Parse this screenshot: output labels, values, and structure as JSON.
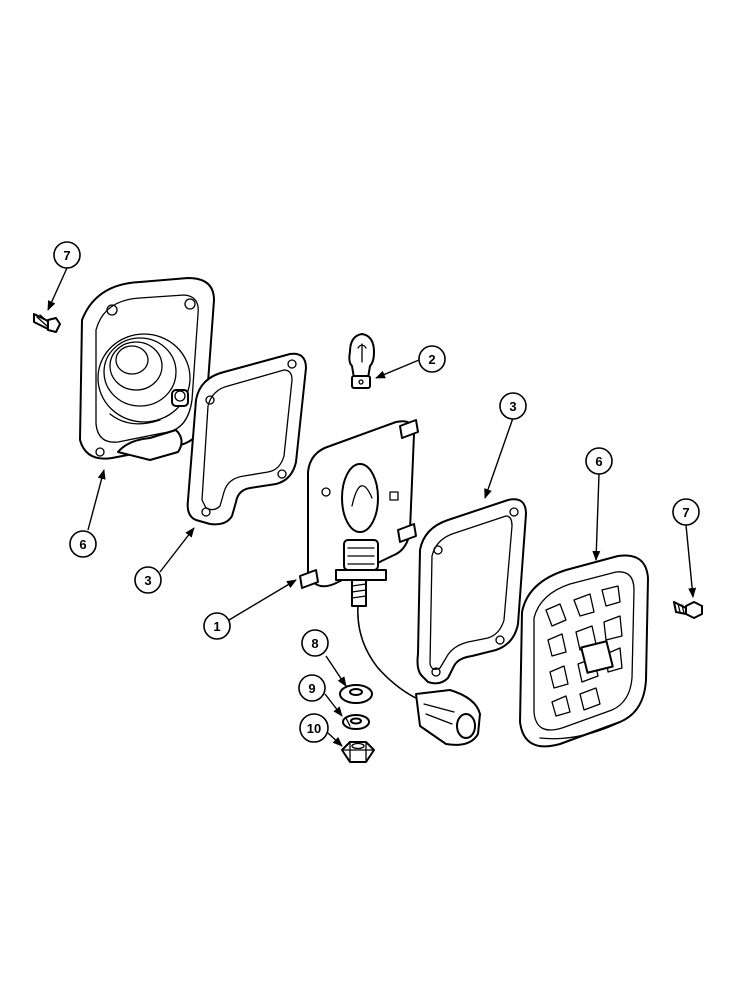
{
  "callouts": {
    "c1": "1",
    "c2": "2",
    "c3a": "3",
    "c3b": "3",
    "c6a": "6",
    "c6b": "6",
    "c7a": "7",
    "c7b": "7",
    "c8": "8",
    "c9": "9",
    "c10": "10"
  },
  "colors": {
    "line": "#000000",
    "background": "#ffffff"
  }
}
